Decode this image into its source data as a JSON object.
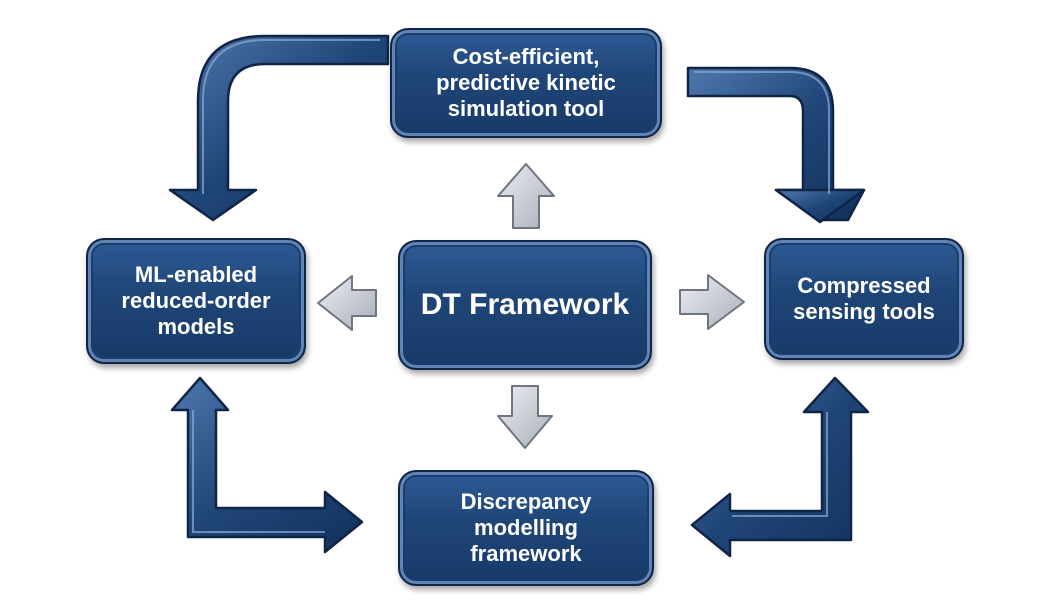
{
  "diagram": {
    "nodes": {
      "top": "Cost-efficient,\npredictive kinetic\nsimulation tool",
      "left": "ML-enabled\nreduced-order\nmodels",
      "center": "DT Framework",
      "right": "Compressed\nsensing tools",
      "bottom": "Discrepancy\nmodelling\nframework"
    },
    "colors": {
      "node_fill": "#1f4577",
      "node_border": "#0f2447",
      "text": "#ffffff",
      "curved_arrow": "#1f4577",
      "center_arrow": "#c3c7cf"
    },
    "connections": [
      {
        "from": "center",
        "to": "top",
        "style": "gray-block-arrow"
      },
      {
        "from": "center",
        "to": "left",
        "style": "gray-block-arrow"
      },
      {
        "from": "center",
        "to": "right",
        "style": "gray-block-arrow"
      },
      {
        "from": "center",
        "to": "bottom",
        "style": "gray-block-arrow"
      },
      {
        "from": "top",
        "to": "left",
        "style": "blue-curved-arrow"
      },
      {
        "from": "top",
        "to": "right",
        "style": "blue-curved-arrow"
      },
      {
        "from": "left",
        "to": "bottom",
        "style": "blue-double-arrow"
      },
      {
        "from": "bottom",
        "to": "right",
        "style": "blue-elbow-arrow"
      }
    ]
  }
}
